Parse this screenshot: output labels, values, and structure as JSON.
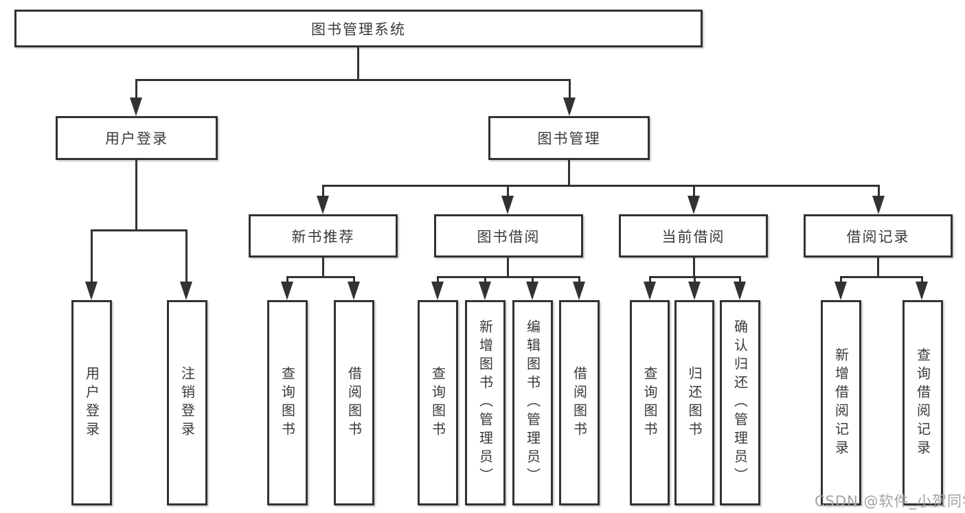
{
  "root": {
    "label": "图书管理系统"
  },
  "level2": {
    "user_login": "用户登录",
    "book_mgmt": "图书管理"
  },
  "level3": {
    "recommend": "新书推荐",
    "borrow": "图书借阅",
    "current": "当前借阅",
    "records": "借阅记录"
  },
  "leaves": {
    "user_login": [
      "用户登录",
      "注销登录"
    ],
    "recommend": [
      "查询图书",
      "借阅图书"
    ],
    "borrow": [
      "查询图书",
      "新增图书（管理员）",
      "编辑图书（管理员）",
      "借阅图书"
    ],
    "current": [
      "查询图书",
      "归还图书",
      "确认归还（管理员）"
    ],
    "records": [
      "新增借阅记录",
      "查询借阅记录"
    ]
  },
  "watermark": {
    "text": "CSDN @软件_小贺同学"
  }
}
